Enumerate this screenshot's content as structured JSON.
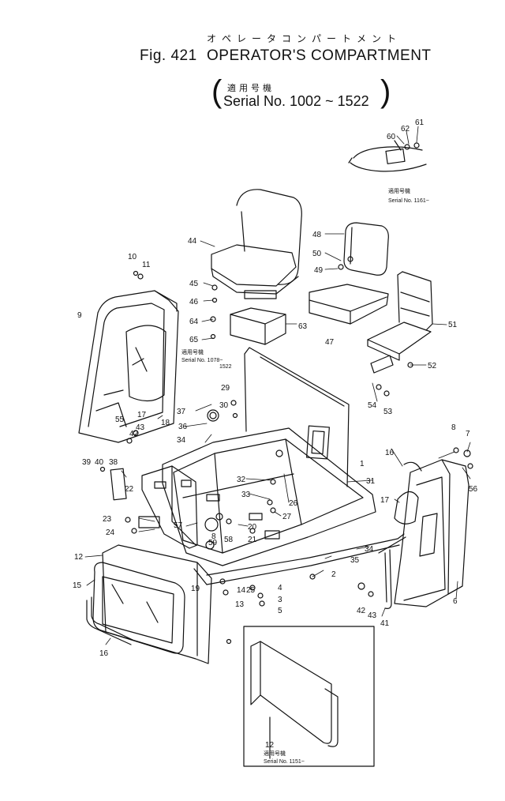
{
  "header": {
    "title_jp": "オペレータコンパートメント",
    "figure_number": "Fig. 421",
    "title": "OPERATOR'S COMPARTMENT",
    "serial_jp": "適用号機",
    "serial": "Serial No. 1002 ~ 1522"
  },
  "notes": {
    "seatbelt_jp": "適用号機",
    "seatbelt_serial": "Serial No. 1161~",
    "bracket_jp": "適用号機",
    "bracket_serial_1": "Serial No. 1078~",
    "bracket_serial_2": "1522",
    "inset_jp": "適用号機",
    "inset_serial": "Serial No. 1151~"
  },
  "callouts": [
    {
      "id": "c1",
      "text": "1"
    },
    {
      "id": "c2",
      "text": "2"
    },
    {
      "id": "c3",
      "text": "3"
    },
    {
      "id": "c4",
      "text": "4"
    },
    {
      "id": "c5",
      "text": "5"
    },
    {
      "id": "c6",
      "text": "6"
    },
    {
      "id": "c7",
      "text": "7"
    },
    {
      "id": "c8a",
      "text": "8"
    },
    {
      "id": "c8b",
      "text": "8"
    },
    {
      "id": "c9",
      "text": "9"
    },
    {
      "id": "c10",
      "text": "10"
    },
    {
      "id": "c11",
      "text": "11"
    },
    {
      "id": "c12a",
      "text": "12"
    },
    {
      "id": "c12b",
      "text": "12"
    },
    {
      "id": "c13",
      "text": "13"
    },
    {
      "id": "c14",
      "text": "14"
    },
    {
      "id": "c15",
      "text": "15"
    },
    {
      "id": "c16a",
      "text": "16"
    },
    {
      "id": "c16b",
      "text": "16"
    },
    {
      "id": "c17a",
      "text": "17"
    },
    {
      "id": "c17b",
      "text": "17"
    },
    {
      "id": "c18",
      "text": "18"
    },
    {
      "id": "c19",
      "text": "19"
    },
    {
      "id": "c20",
      "text": "20"
    },
    {
      "id": "c21",
      "text": "21"
    },
    {
      "id": "c22",
      "text": "22"
    },
    {
      "id": "c23",
      "text": "23"
    },
    {
      "id": "c24",
      "text": "24"
    },
    {
      "id": "c25",
      "text": "25"
    },
    {
      "id": "c26",
      "text": "26"
    },
    {
      "id": "c27",
      "text": "27"
    },
    {
      "id": "c29",
      "text": "29"
    },
    {
      "id": "c30",
      "text": "30"
    },
    {
      "id": "c31",
      "text": "31"
    },
    {
      "id": "c32",
      "text": "32"
    },
    {
      "id": "c33",
      "text": "33"
    },
    {
      "id": "c34a",
      "text": "34"
    },
    {
      "id": "c34b",
      "text": "34"
    },
    {
      "id": "c35",
      "text": "35"
    },
    {
      "id": "c36",
      "text": "36"
    },
    {
      "id": "c37",
      "text": "37"
    },
    {
      "id": "c38",
      "text": "38"
    },
    {
      "id": "c39",
      "text": "39"
    },
    {
      "id": "c40",
      "text": "40"
    },
    {
      "id": "c41",
      "text": "41"
    },
    {
      "id": "c42a",
      "text": "42"
    },
    {
      "id": "c42b",
      "text": "42"
    },
    {
      "id": "c43a",
      "text": "43"
    },
    {
      "id": "c43b",
      "text": "43"
    },
    {
      "id": "c44",
      "text": "44"
    },
    {
      "id": "c45",
      "text": "45"
    },
    {
      "id": "c46",
      "text": "46"
    },
    {
      "id": "c47",
      "text": "47"
    },
    {
      "id": "c48",
      "text": "48"
    },
    {
      "id": "c49",
      "text": "49"
    },
    {
      "id": "c50",
      "text": "50"
    },
    {
      "id": "c51",
      "text": "51"
    },
    {
      "id": "c52",
      "text": "52"
    },
    {
      "id": "c53",
      "text": "53"
    },
    {
      "id": "c54",
      "text": "54"
    },
    {
      "id": "c55",
      "text": "55"
    },
    {
      "id": "c56",
      "text": "56"
    },
    {
      "id": "c57",
      "text": "57"
    },
    {
      "id": "c58",
      "text": "58"
    },
    {
      "id": "c59",
      "text": "59"
    },
    {
      "id": "c60",
      "text": "60"
    },
    {
      "id": "c61",
      "text": "61"
    },
    {
      "id": "c62",
      "text": "62"
    },
    {
      "id": "c63",
      "text": "63"
    },
    {
      "id": "c64",
      "text": "64"
    },
    {
      "id": "c65",
      "text": "65"
    }
  ]
}
